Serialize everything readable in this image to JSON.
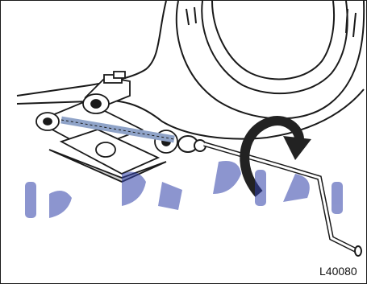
{
  "figure": {
    "code": "L40080",
    "colors": {
      "line": "#1a1a1a",
      "arrow_fill": "#222222",
      "watermark": "#2f3fa8",
      "screw_blue": "#8fa3c8",
      "shade": "#cfcfcf"
    },
    "icons": [
      "scissor-jack",
      "jack-handle",
      "rotation-arrow",
      "tire",
      "watermark-logo"
    ]
  }
}
